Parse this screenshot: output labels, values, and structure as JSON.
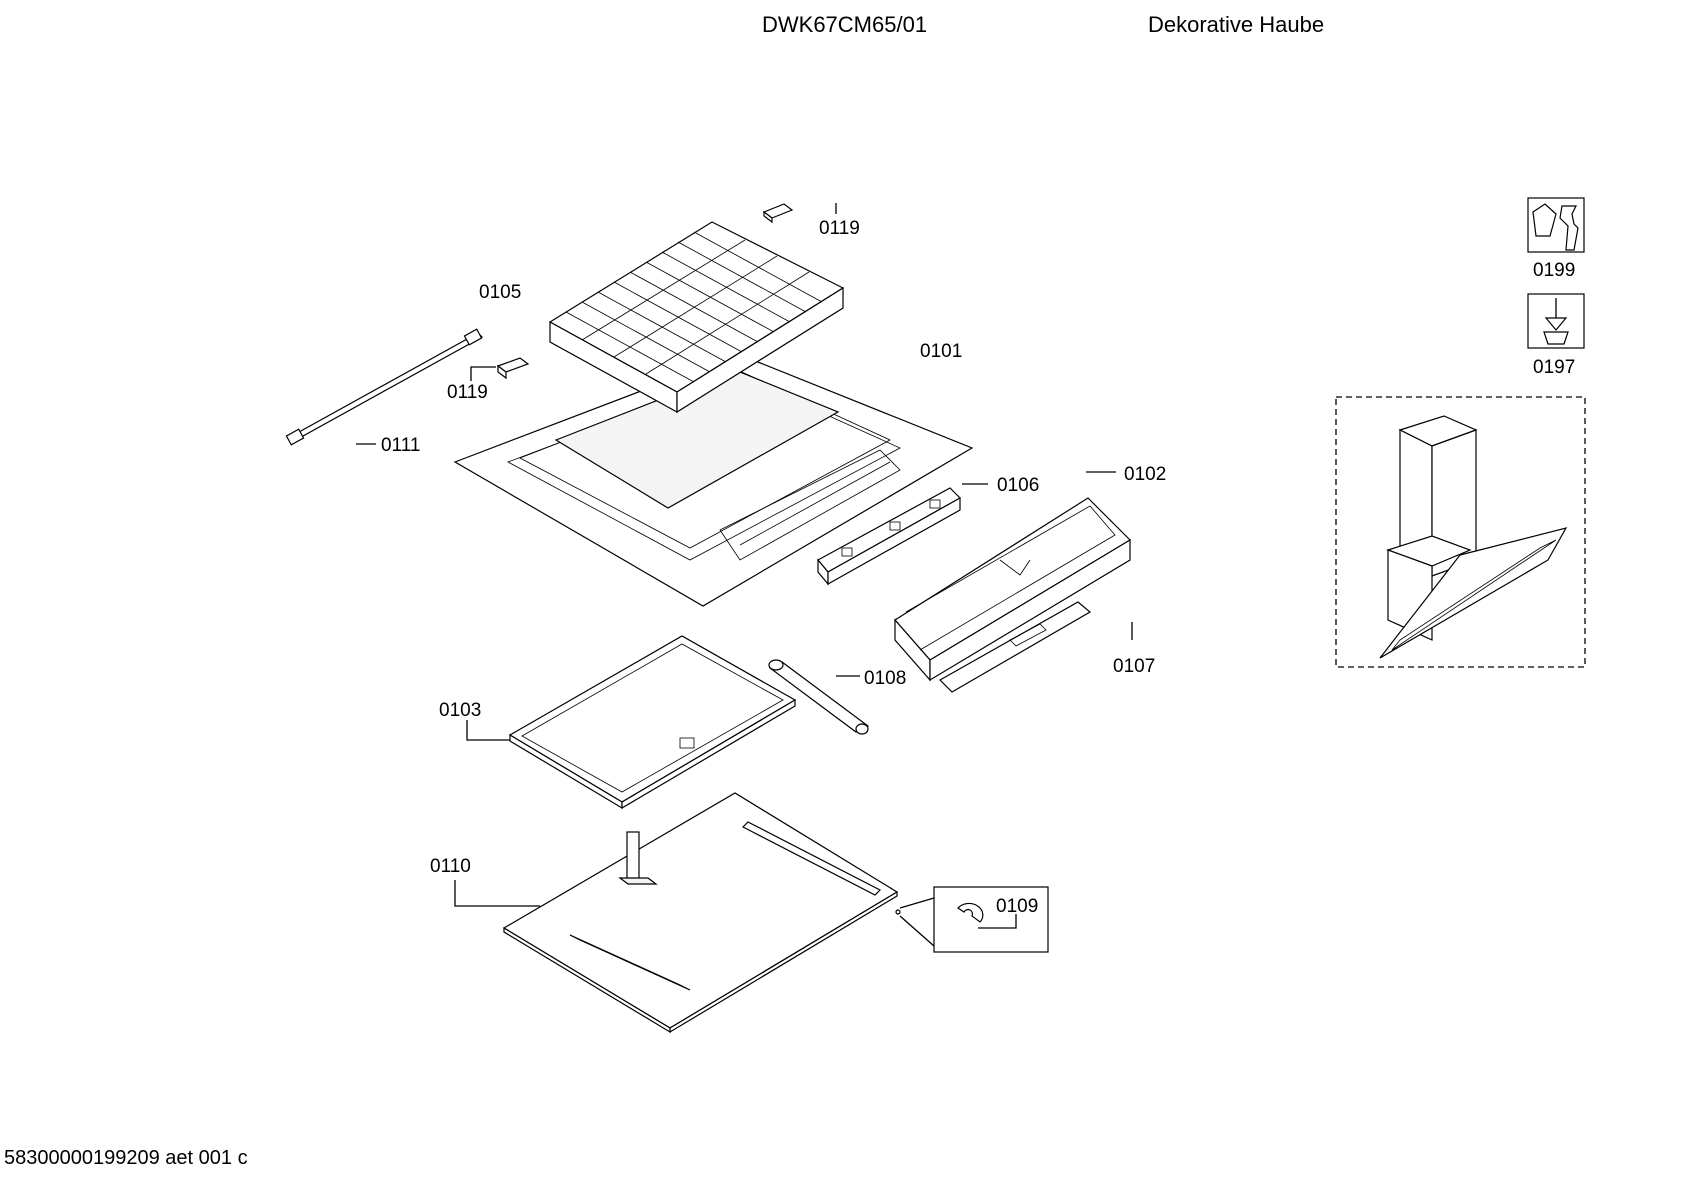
{
  "header": {
    "model": "DWK67CM65/01",
    "title": "Dekorative Haube"
  },
  "footer": {
    "code": "58300000199209 aet 001 c"
  },
  "parts": [
    {
      "id": "p0119a",
      "label": "0119"
    },
    {
      "id": "p0105",
      "label": "0105"
    },
    {
      "id": "p0119b",
      "label": "0119"
    },
    {
      "id": "p0101",
      "label": "0101"
    },
    {
      "id": "p0111",
      "label": "0111"
    },
    {
      "id": "p0106",
      "label": "0106"
    },
    {
      "id": "p0102",
      "label": "0102"
    },
    {
      "id": "p0107",
      "label": "0107"
    },
    {
      "id": "p0108",
      "label": "0108"
    },
    {
      "id": "p0103",
      "label": "0103"
    },
    {
      "id": "p0110",
      "label": "0110"
    },
    {
      "id": "p0109",
      "label": "0109"
    },
    {
      "id": "p0199",
      "label": "0199"
    },
    {
      "id": "p0197",
      "label": "0197"
    }
  ],
  "icons": {
    "service": "wrench-icon",
    "screw": "screw-icon"
  }
}
